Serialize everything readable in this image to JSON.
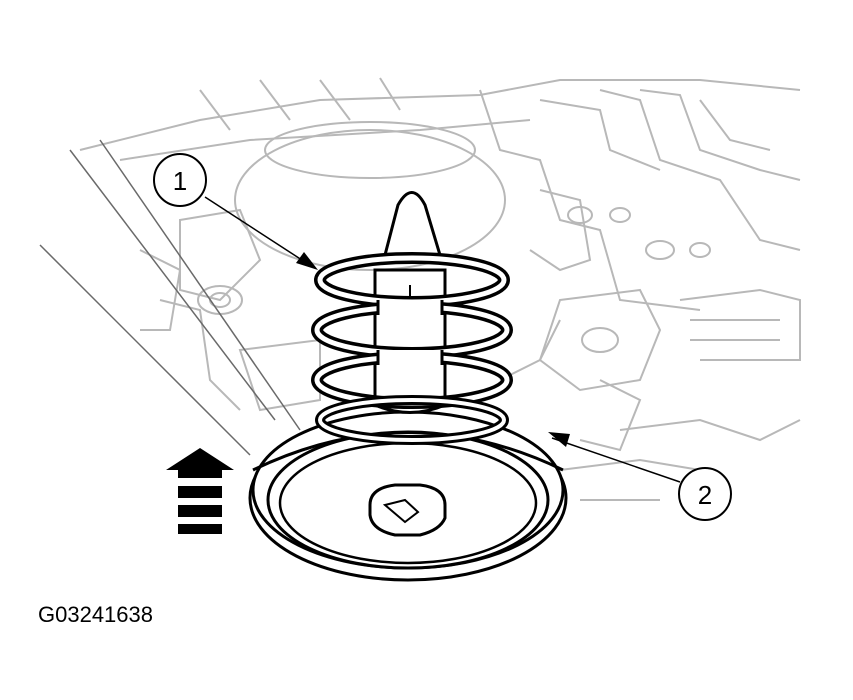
{
  "figure": {
    "id": "G03241638",
    "callouts": [
      {
        "number": "1"
      },
      {
        "number": "2"
      }
    ]
  }
}
